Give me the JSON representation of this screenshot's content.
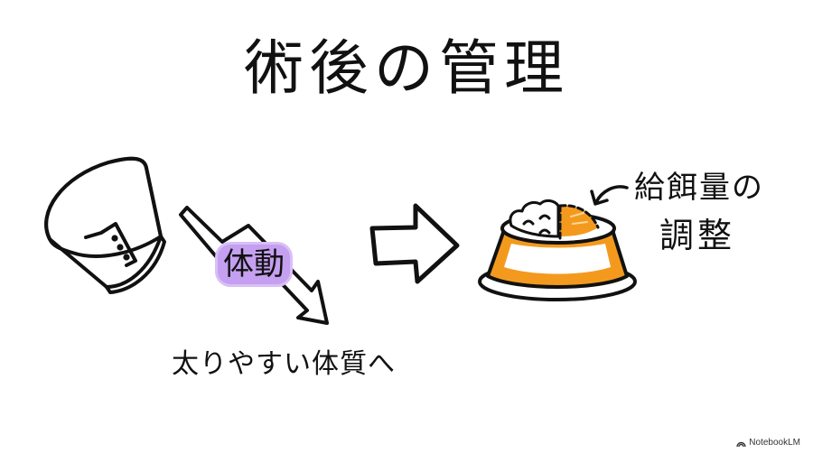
{
  "title": "術後の管理",
  "labels": {
    "body_motion": "体動",
    "result": "太りやすい体質へ",
    "feed_line1": "給餌量の",
    "feed_line2": "調整"
  },
  "icons": {
    "cone": "elizabethan-collar-icon",
    "down_arrow": "zigzag-down-arrow-icon",
    "right_arrow": "block-right-arrow-icon",
    "bowl": "food-bowl-icon",
    "pointer": "curved-pointer-arrow-icon"
  },
  "colors": {
    "ink": "#111111",
    "accent_orange": "#f39a1e",
    "highlight_purple": "#c59ff0",
    "background": "#ffffff"
  },
  "footer": {
    "brand": "NotebookLM"
  }
}
